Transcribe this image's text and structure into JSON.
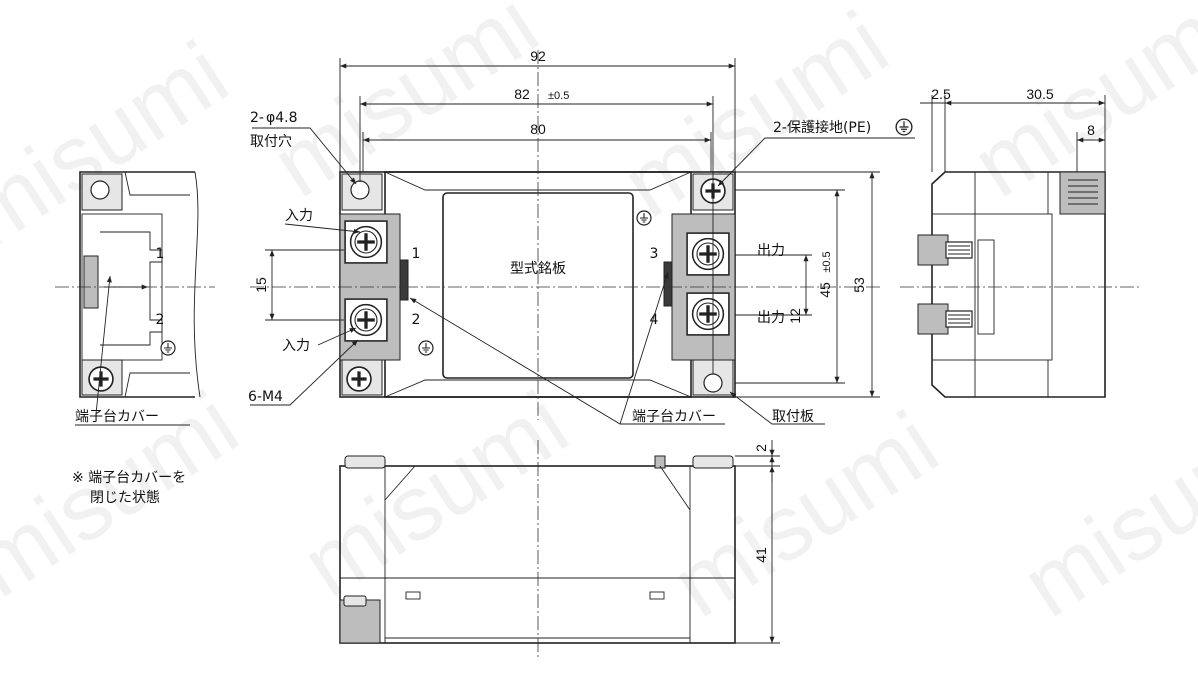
{
  "dimensions": {
    "overall_width": "92",
    "hole_pitch": "82",
    "hole_pitch_tol": "±0.5",
    "body_width": "80",
    "terminal_pitch": "15",
    "mount_height": "45",
    "mount_height_tol": "±0.5",
    "overall_height": "53",
    "output_pitch": "12",
    "side_offset": "2.5",
    "side_depth": "30.5",
    "side_terminal": "8",
    "front_gap": "2",
    "front_height": "41"
  },
  "labels": {
    "mount_hole_qty": "2-",
    "mount_hole_dia": "φ4.8",
    "mount_hole_name": "取付穴",
    "pe_ground": "2-保護接地(PE)",
    "input_top": "入力",
    "input_bottom": "入力",
    "output_top": "出力",
    "output_bottom": "出力",
    "nameplate": "型式銘板",
    "terminal_screw": "6-M4",
    "terminal_cover_left": "端子台カバー",
    "terminal_cover_center": "端子台カバー",
    "mount_plate": "取付板",
    "note_line1": "※ 端子台カバーを",
    "note_line2": "閉じた状態",
    "pin_1": "1",
    "pin_2": "2",
    "pin_3": "3",
    "pin_4": "4",
    "side_pin_1": "1",
    "side_pin_2": "2"
  },
  "watermark": "misumi",
  "colors": {
    "line": "#222222",
    "watermark": "#d8d8d8",
    "fill_dark": "#3a3a3a"
  }
}
